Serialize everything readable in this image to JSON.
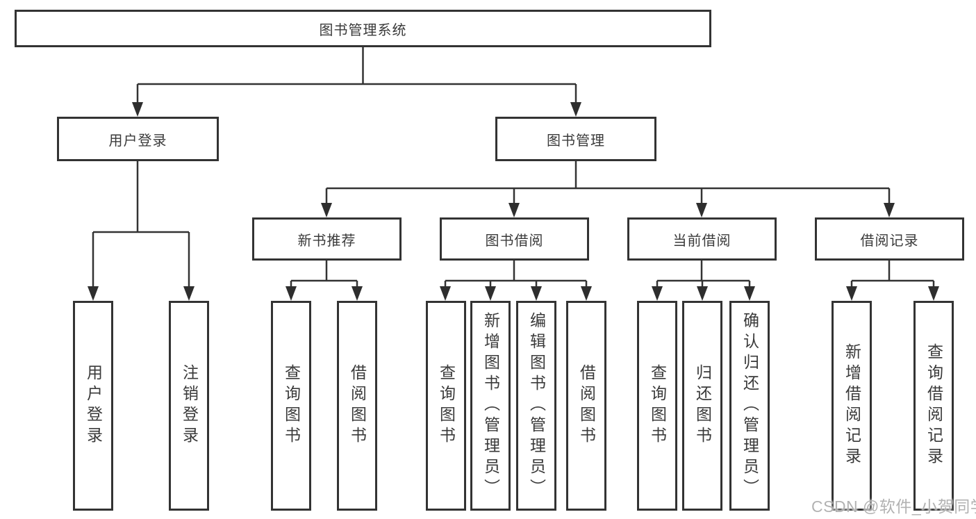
{
  "diagram": {
    "type": "hierarchy-tree",
    "title": "图书管理系统",
    "structure": {
      "root": "图书管理系统",
      "children": [
        {
          "label": "用户登录",
          "children": [
            "用户登录",
            "注销登录"
          ]
        },
        {
          "label": "图书管理",
          "children": [
            {
              "label": "新书推荐",
              "children": [
                "查询图书",
                "借阅图书"
              ]
            },
            {
              "label": "图书借阅",
              "children": [
                "查询图书",
                "新增图书（管理员）",
                "编辑图书（管理员）",
                "借阅图书"
              ]
            },
            {
              "label": "当前借阅",
              "children": [
                "查询图书",
                "归还图书",
                "确认归还（管理员）"
              ]
            },
            {
              "label": "借阅记录",
              "children": [
                "新增借阅记录",
                "查询借阅记录"
              ]
            }
          ]
        }
      ]
    }
  },
  "nodes": {
    "root": {
      "label": "图书管理系统"
    },
    "user_login": {
      "label": "用户登录"
    },
    "book_mgmt": {
      "label": "图书管理"
    },
    "new_book_rec": {
      "label": "新书推荐"
    },
    "book_borrow": {
      "label": "图书借阅"
    },
    "current_borrow": {
      "label": "当前借阅"
    },
    "borrow_records": {
      "label": "借阅记录"
    },
    "leaf_user_login": {
      "label": "用户登录"
    },
    "leaf_logout": {
      "label": "注销登录"
    },
    "leaf_rec_query": {
      "label": "查询图书"
    },
    "leaf_rec_borrow": {
      "label": "借阅图书"
    },
    "leaf_bb_query": {
      "label": "查询图书"
    },
    "leaf_bb_add": {
      "label": "新增图书（管理员）"
    },
    "leaf_bb_edit": {
      "label": "编辑图书（管理员）"
    },
    "leaf_bb_borrow": {
      "label": "借阅图书"
    },
    "leaf_cb_query": {
      "label": "查询图书"
    },
    "leaf_cb_return": {
      "label": "归还图书"
    },
    "leaf_cb_confirm": {
      "label": "确认归还（管理员）"
    },
    "leaf_br_add": {
      "label": "新增借阅记录"
    },
    "leaf_br_query": {
      "label": "查询借阅记录"
    }
  },
  "watermark": {
    "text": "CSDN @软件_小贺同学"
  },
  "colors": {
    "background": "#ffffff",
    "line": "#333333",
    "box_border": "#333333",
    "text": "#3a3a3a",
    "watermark": "#ababab"
  }
}
